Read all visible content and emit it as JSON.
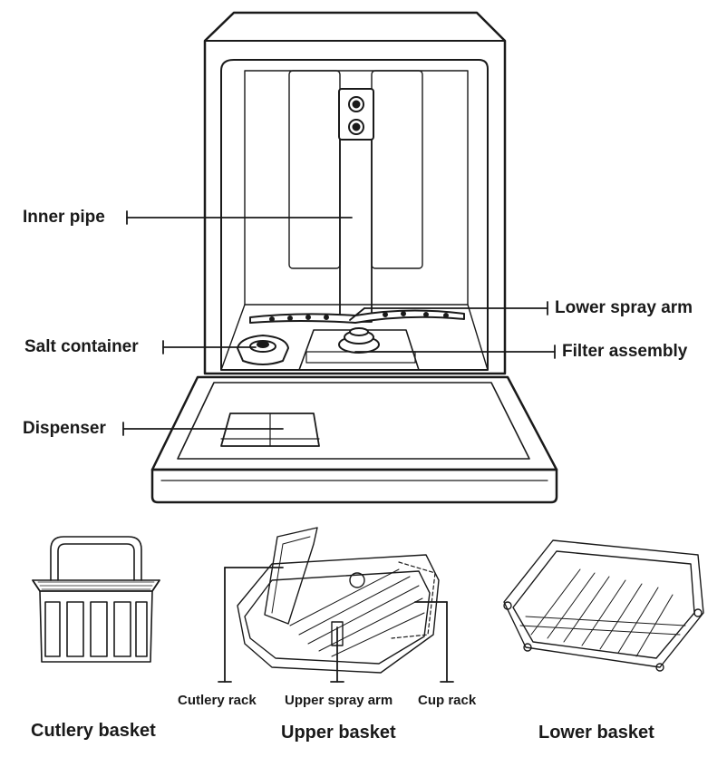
{
  "diagram": {
    "callouts": {
      "inner_pipe": "Inner pipe",
      "salt_container": "Salt container",
      "dispenser": "Dispenser",
      "lower_spray_arm": "Lower spray arm",
      "filter_assembly": "Filter assembly",
      "cutlery_rack": "Cutlery rack",
      "upper_spray_arm": "Upper spray arm",
      "cup_rack": "Cup rack"
    },
    "captions": {
      "cutlery_basket": "Cutlery basket",
      "upper_basket": "Upper basket",
      "lower_basket": "Lower basket"
    }
  }
}
